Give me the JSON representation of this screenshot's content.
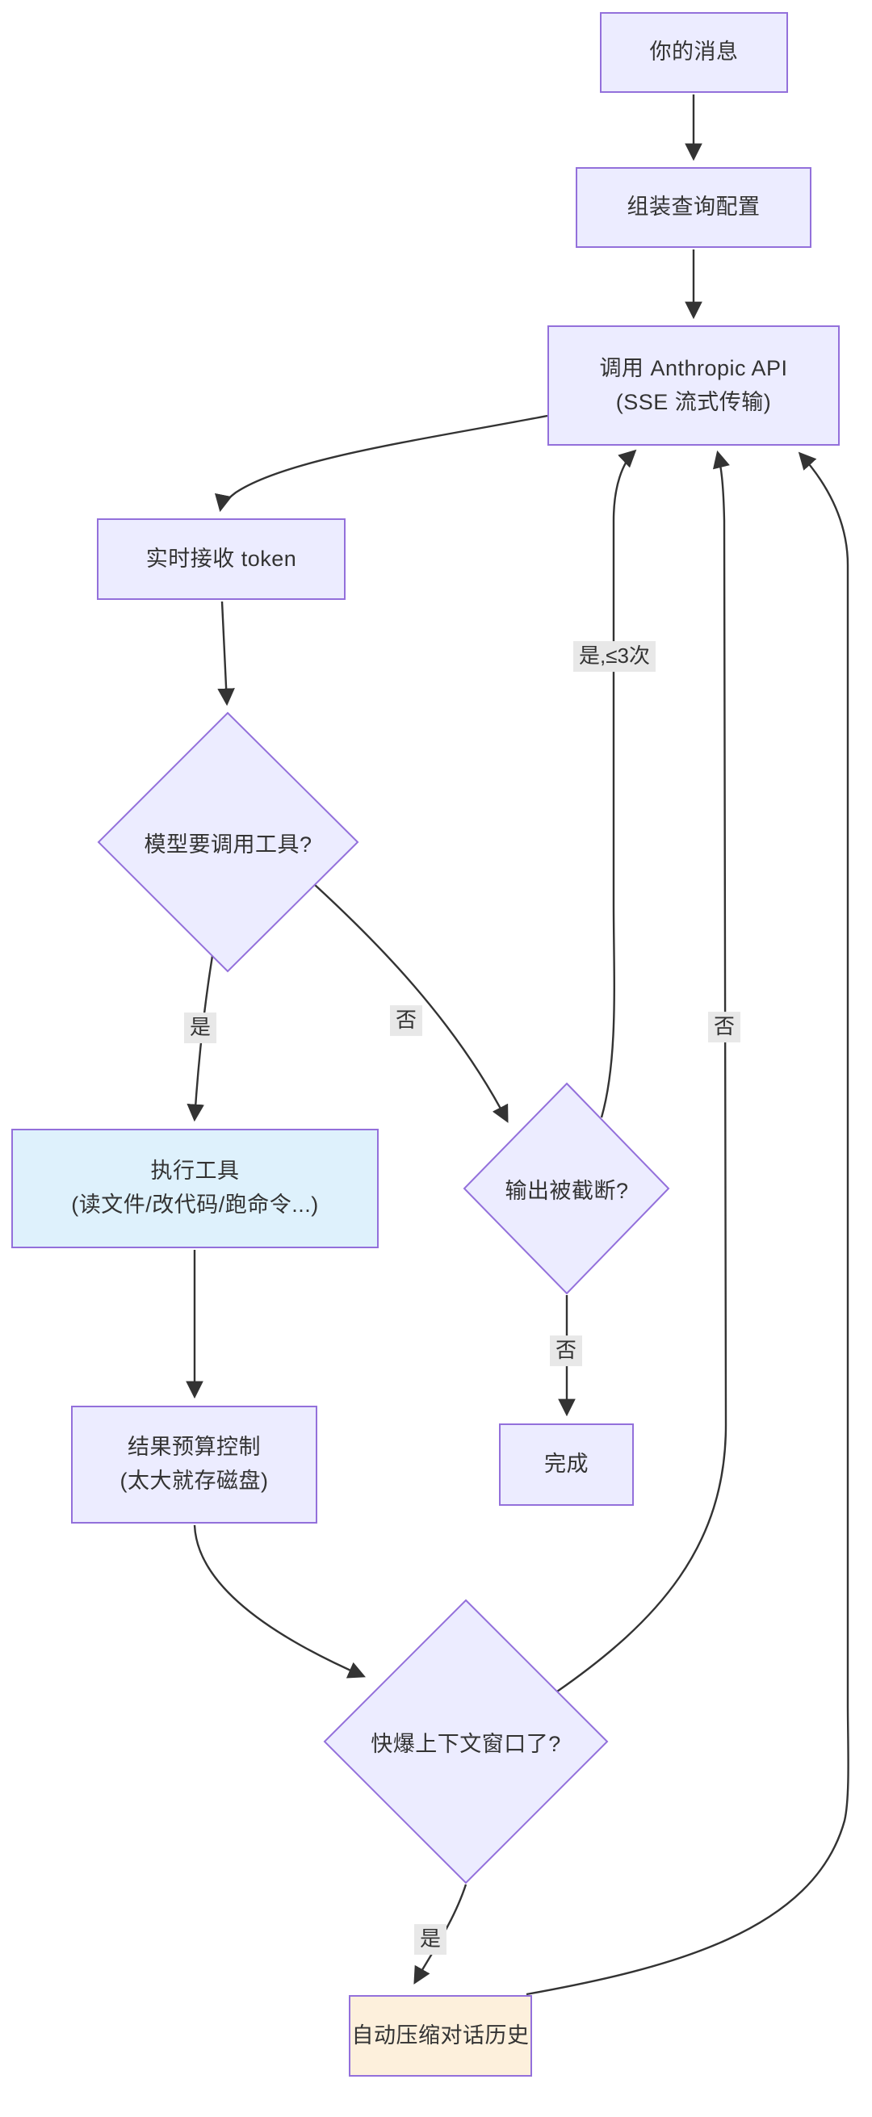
{
  "diagram": {
    "type": "flowchart",
    "background": "#ffffff",
    "colors": {
      "node_fill": "#ECECFF",
      "node_border": "#9370DB",
      "tool_node_fill": "#DEF1FC",
      "compress_node_fill": "#FDF0DC",
      "edge_stroke": "#333333",
      "edge_label_bg": "#e8e8e8",
      "text": "#333333"
    },
    "nodes": {
      "user_message": {
        "shape": "rect",
        "label": "你的消息"
      },
      "assemble_config": {
        "shape": "rect",
        "label": "组装查询配置"
      },
      "call_api": {
        "shape": "rect",
        "line1": "调用 Anthropic API",
        "line2": "(SSE 流式传输)"
      },
      "receive_tokens": {
        "shape": "rect",
        "label": "实时接收 token"
      },
      "tool_call_decision": {
        "shape": "diamond",
        "label": "模型要调用工具?"
      },
      "execute_tools": {
        "shape": "rect",
        "line1": "执行工具",
        "line2": "(读文件/改代码/跑命令...)"
      },
      "output_truncated_decision": {
        "shape": "diamond",
        "label": "输出被截断?"
      },
      "done": {
        "shape": "rect",
        "label": "完成"
      },
      "budget_control": {
        "shape": "rect",
        "line1": "结果预算控制",
        "line2": "(太大就存磁盘)"
      },
      "context_window_decision": {
        "shape": "diamond",
        "label": "快爆上下文窗口了?"
      },
      "compress_history": {
        "shape": "rect",
        "label": "自动压缩对话历史"
      }
    },
    "edge_labels": {
      "model_yes": "是",
      "model_no": "否",
      "truncated_no": "否",
      "truncated_yes_retry": "是,≤3次",
      "context_yes": "是",
      "context_no": "否"
    },
    "edges": [
      {
        "from": "你的消息",
        "to": "组装查询配置",
        "label": ""
      },
      {
        "from": "组装查询配置",
        "to": "调用 Anthropic API (SSE 流式传输)",
        "label": ""
      },
      {
        "from": "调用 Anthropic API (SSE 流式传输)",
        "to": "实时接收 token",
        "label": ""
      },
      {
        "from": "实时接收 token",
        "to": "模型要调用工具?",
        "label": ""
      },
      {
        "from": "模型要调用工具?",
        "to": "执行工具 (读文件/改代码/跑命令...)",
        "label": "是"
      },
      {
        "from": "模型要调用工具?",
        "to": "输出被截断?",
        "label": "否"
      },
      {
        "from": "输出被截断?",
        "to": "完成",
        "label": "否"
      },
      {
        "from": "输出被截断?",
        "to": "调用 Anthropic API (SSE 流式传输)",
        "label": "是,≤3次"
      },
      {
        "from": "执行工具 (读文件/改代码/跑命令...)",
        "to": "结果预算控制 (太大就存磁盘)",
        "label": ""
      },
      {
        "from": "结果预算控制 (太大就存磁盘)",
        "to": "快爆上下文窗口了?",
        "label": ""
      },
      {
        "from": "快爆上下文窗口了?",
        "to": "自动压缩对话历史",
        "label": "是"
      },
      {
        "from": "快爆上下文窗口了?",
        "to": "调用 Anthropic API (SSE 流式传输)",
        "label": "否"
      },
      {
        "from": "自动压缩对话历史",
        "to": "调用 Anthropic API (SSE 流式传输)",
        "label": ""
      }
    ]
  }
}
